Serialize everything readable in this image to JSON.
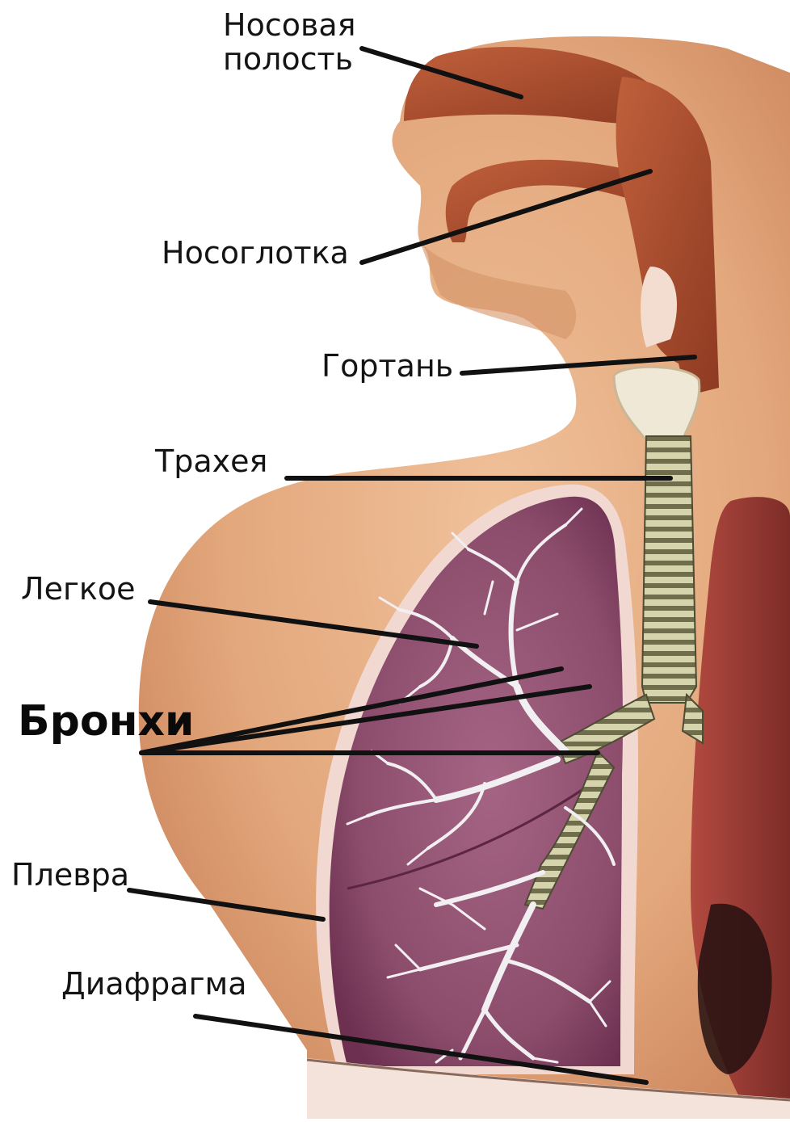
{
  "labels": {
    "nasal_cavity": [
      "Носовая",
      "полость"
    ],
    "nasopharynx": "Носоглотка",
    "larynx": "Гортань",
    "trachea": "Трахея",
    "lung": "Легкое",
    "bronchi": "Бронхи",
    "pleura": "Плевра",
    "diaphragm": "Диафрагма"
  },
  "colors": {
    "skin": "#e3a77c",
    "skin_shadow": "#c98158",
    "airway": "#a9482b",
    "lung": "#8c4d6c",
    "lung_dark": "#6d3050",
    "other_lung": "#9e3c35",
    "trachea": "#c9c9a0",
    "bronchial_tree": "#f2eff2",
    "pleura": "#f1d9d2",
    "leader_line": "#111111"
  }
}
